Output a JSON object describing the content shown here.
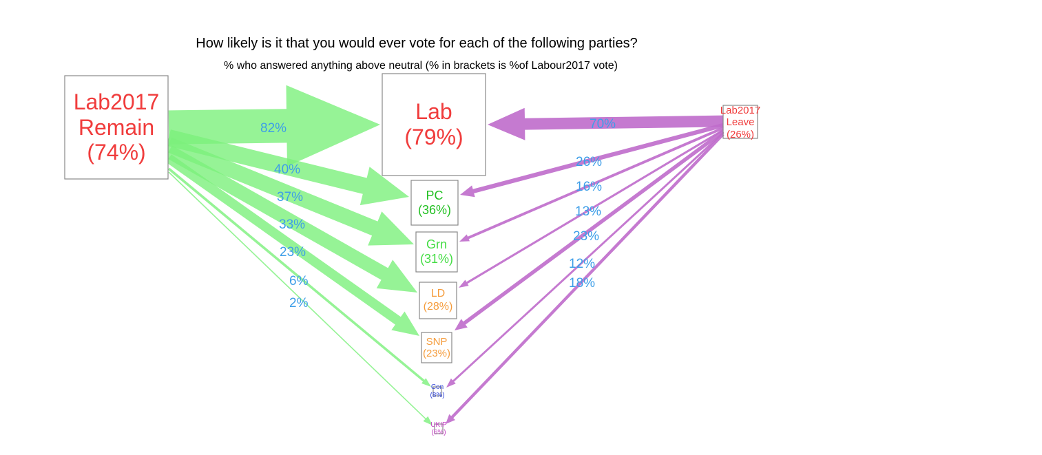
{
  "title": "How likely is it that you would ever vote for each of the following parties?",
  "subtitle": "% who answered anything above neutral (% in brackets is %of Labour2017 vote)",
  "sources": [
    {
      "id": "remain",
      "name": "Lab2017 Remain",
      "name_lines": [
        "Lab2017",
        "Remain"
      ],
      "share": "(74%)",
      "color": "#f03c3c"
    },
    {
      "id": "leave",
      "name": "Lab2017 Leave",
      "name_lines": [
        "Lab2017",
        "Leave"
      ],
      "share": "(26%)",
      "color": "#f03c3c"
    }
  ],
  "parties": [
    {
      "id": "lab",
      "name": "Lab",
      "share": "(79%)",
      "color": "#f03c3c"
    },
    {
      "id": "pc",
      "name": "PC",
      "share": "(36%)",
      "color": "#22c022"
    },
    {
      "id": "grn",
      "name": "Grn",
      "share": "(31%)",
      "color": "#44dd44"
    },
    {
      "id": "ld",
      "name": "LD",
      "share": "(28%)",
      "color": "#f59c3c"
    },
    {
      "id": "snp",
      "name": "SNP",
      "share": "(23%)",
      "color": "#f59c3c"
    },
    {
      "id": "con",
      "name": "Con",
      "share": "(8%)",
      "color": "#2a3fd6"
    },
    {
      "id": "ukip",
      "name": "UKIP",
      "share": "(6%)",
      "color": "#c23cc2"
    }
  ],
  "flows": {
    "remain": [
      {
        "to": "lab",
        "value": 82,
        "label": "82%"
      },
      {
        "to": "pc",
        "value": 40,
        "label": "40%"
      },
      {
        "to": "grn",
        "value": 37,
        "label": "37%"
      },
      {
        "to": "ld",
        "value": 33,
        "label": "33%"
      },
      {
        "to": "snp",
        "value": 23,
        "label": "23%"
      },
      {
        "to": "con",
        "value": 6,
        "label": "6%"
      },
      {
        "to": "ukip",
        "value": 2,
        "label": "2%"
      }
    ],
    "leave": [
      {
        "to": "lab",
        "value": 70,
        "label": "70%"
      },
      {
        "to": "pc",
        "value": 26,
        "label": "26%"
      },
      {
        "to": "grn",
        "value": 16,
        "label": "16%"
      },
      {
        "to": "ld",
        "value": 13,
        "label": "13%"
      },
      {
        "to": "snp",
        "value": 23,
        "label": "23%"
      },
      {
        "to": "con",
        "value": 12,
        "label": "12%"
      },
      {
        "to": "ukip",
        "value": 18,
        "label": "18%"
      }
    ]
  },
  "colors": {
    "remain_flow": "#7cf07c",
    "leave_flow": "#bf6bcb",
    "flow_label": "#3d9ee8",
    "box_border": "#888888"
  }
}
